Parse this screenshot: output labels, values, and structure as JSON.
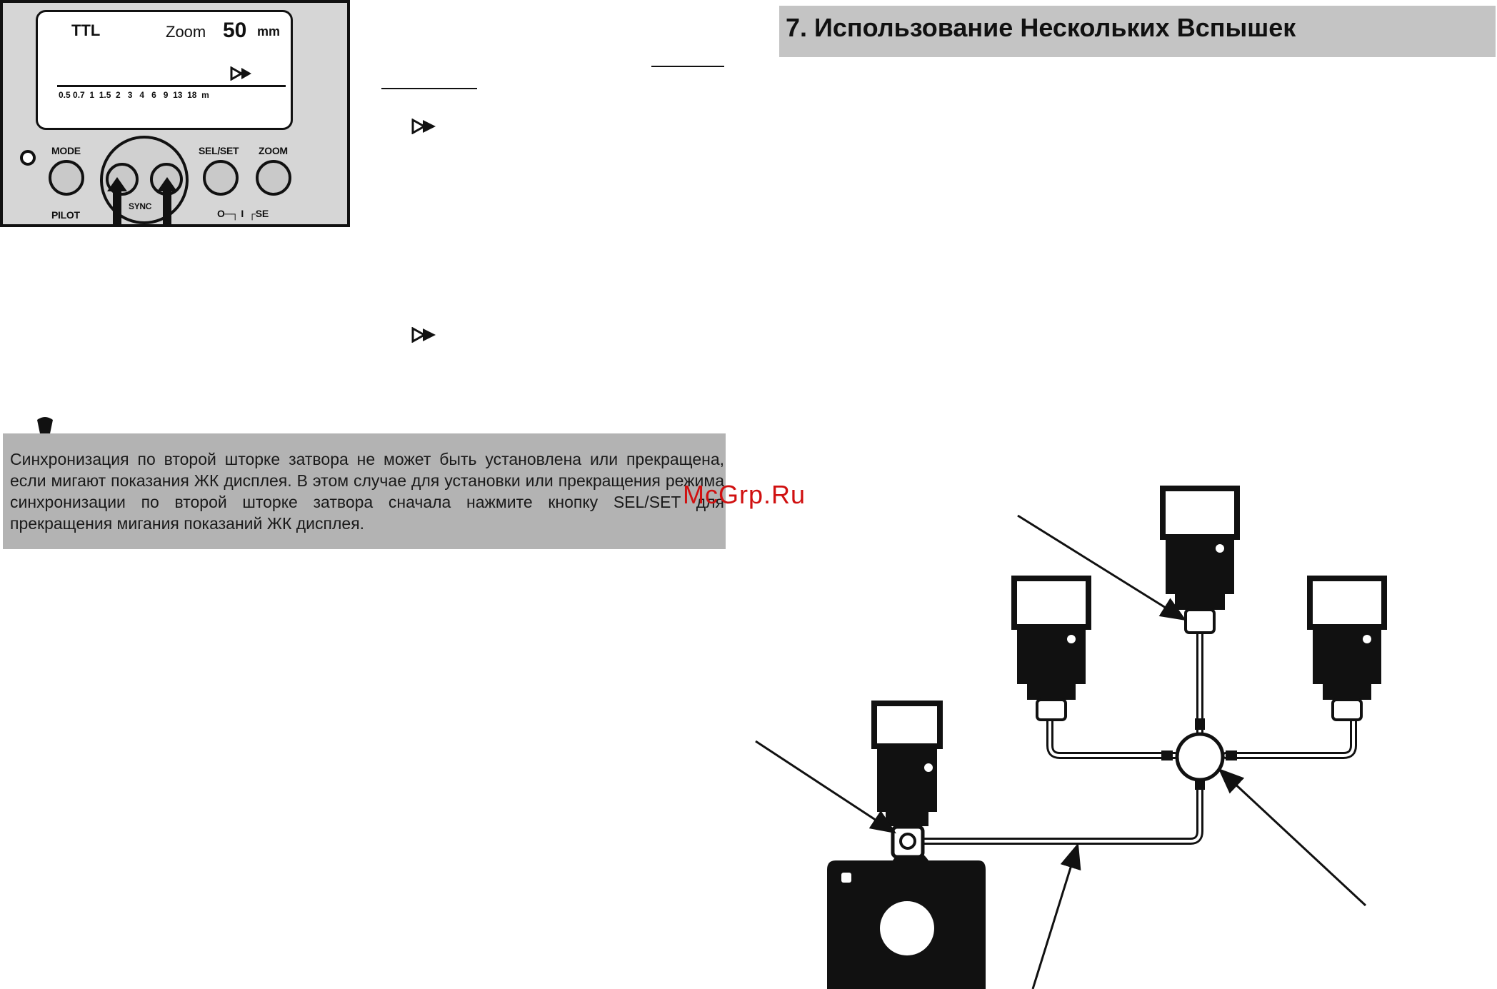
{
  "lcd": {
    "mode": "TTL",
    "zoom_label": "Zoom",
    "zoom_value": "50",
    "zoom_unit": "mm",
    "scale": "0.5 0.7  1  1.5  2   3   4   6   9  13  18  m",
    "buttons": {
      "mode": "MODE",
      "pilot": "PILOT",
      "sync": "SYNC",
      "selset": "SEL/SET",
      "zoom": "ZOOM",
      "se": "O─┐ I  ┌SE"
    }
  },
  "icons": [
    "rear-sync-icon",
    "rear-sync-icon",
    "warning-icon"
  ],
  "warning": {
    "text": "Синхронизация по второй шторке затвора не может быть установлена или прекращена, если мигают показания ЖК дисплея. В этом случае для установки или прекращения режима синхронизации по второй шторке затвора сначала нажмите кнопку SEL/SET для прекращения мигания показаний ЖК дисплея."
  },
  "heading": "7. Использование Нескольких Вспышек",
  "watermark": "McGrp.Ru",
  "colors": {
    "band_gray": "#b3b3b3",
    "watermark_red": "#d01010"
  }
}
